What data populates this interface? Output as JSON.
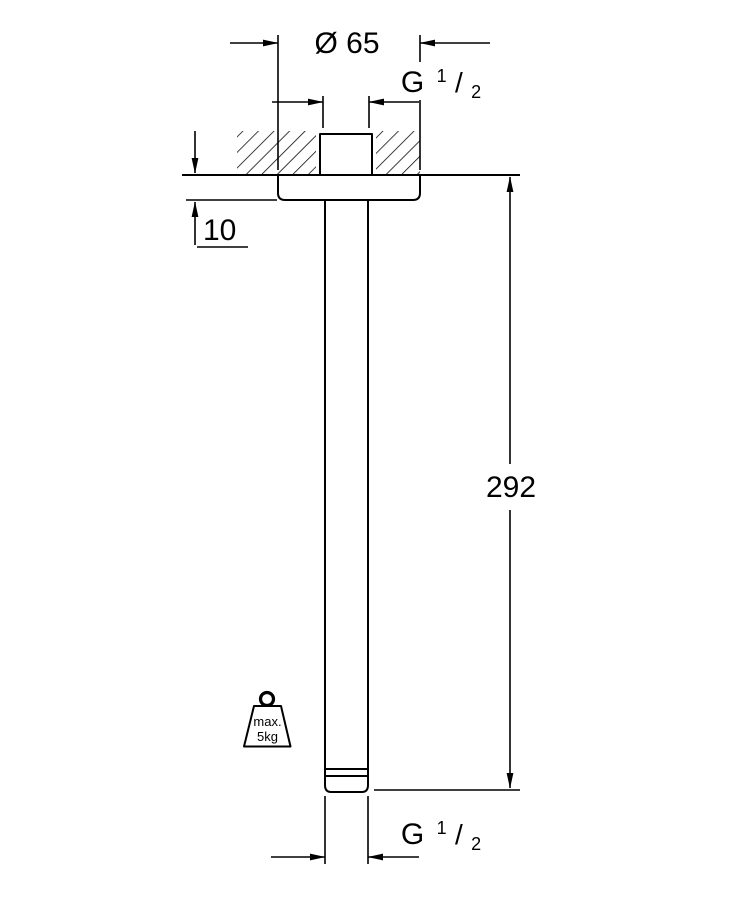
{
  "drawing": {
    "type": "technical-dimension-drawing",
    "subject": "ceiling-mounted shower arm",
    "colors": {
      "line": "#000000",
      "background": "#ffffff"
    },
    "dimensions": {
      "diameter_top": "Ø 65",
      "flange_thickness": "10",
      "arm_length": "292"
    },
    "thread_top": {
      "prefix": "G",
      "numerator": "1",
      "slash": "/",
      "denominator": "2"
    },
    "thread_bottom": {
      "prefix": "G",
      "numerator": "1",
      "slash": "/",
      "denominator": "2"
    },
    "weight_limit": {
      "line1": "max.",
      "line2": "5kg"
    }
  }
}
